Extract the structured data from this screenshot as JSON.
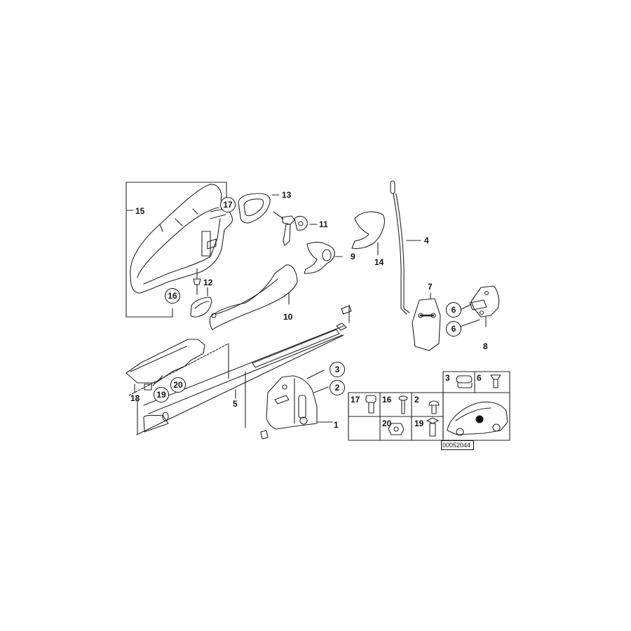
{
  "diagram": {
    "type": "exploded-parts-diagram",
    "subject": "Outer door handle / door lock assembly",
    "image_code": "00052044",
    "callouts": [
      {
        "id": "15",
        "label": "15",
        "style": "plain"
      },
      {
        "id": "17a",
        "label": "17",
        "style": "circled"
      },
      {
        "id": "13",
        "label": "13",
        "style": "plain"
      },
      {
        "id": "11",
        "label": "11",
        "style": "plain"
      },
      {
        "id": "9",
        "label": "9",
        "style": "plain"
      },
      {
        "id": "14",
        "label": "14",
        "style": "plain"
      },
      {
        "id": "4",
        "label": "4",
        "style": "plain"
      },
      {
        "id": "16a",
        "label": "16",
        "style": "circled"
      },
      {
        "id": "12",
        "label": "12",
        "style": "plain"
      },
      {
        "id": "10",
        "label": "10",
        "style": "plain"
      },
      {
        "id": "7",
        "label": "7",
        "style": "plain"
      },
      {
        "id": "6a",
        "label": "6",
        "style": "circled"
      },
      {
        "id": "6b",
        "label": "6",
        "style": "circled"
      },
      {
        "id": "8",
        "label": "8",
        "style": "plain"
      },
      {
        "id": "3a",
        "label": "3",
        "style": "circled"
      },
      {
        "id": "2a",
        "label": "2",
        "style": "circled"
      },
      {
        "id": "1",
        "label": "1",
        "style": "plain"
      },
      {
        "id": "18",
        "label": "18",
        "style": "plain"
      },
      {
        "id": "19a",
        "label": "19",
        "style": "circled"
      },
      {
        "id": "20a",
        "label": "20",
        "style": "circled"
      },
      {
        "id": "5",
        "label": "5",
        "style": "plain"
      }
    ],
    "hardware_grid": {
      "cells": [
        {
          "label": "3",
          "part": "grommet"
        },
        {
          "label": "6",
          "part": "countersunk-screw"
        },
        {
          "label": "17",
          "part": "hex-socket-bolt"
        },
        {
          "label": "16",
          "part": "screw-with-washer"
        },
        {
          "label": "2",
          "part": "button-head-screw"
        },
        {
          "label": "20",
          "part": "hex-nut"
        },
        {
          "label": "19",
          "part": "square-head-bolt"
        }
      ],
      "vehicle_locator": "car-silhouette-with-dot"
    }
  }
}
